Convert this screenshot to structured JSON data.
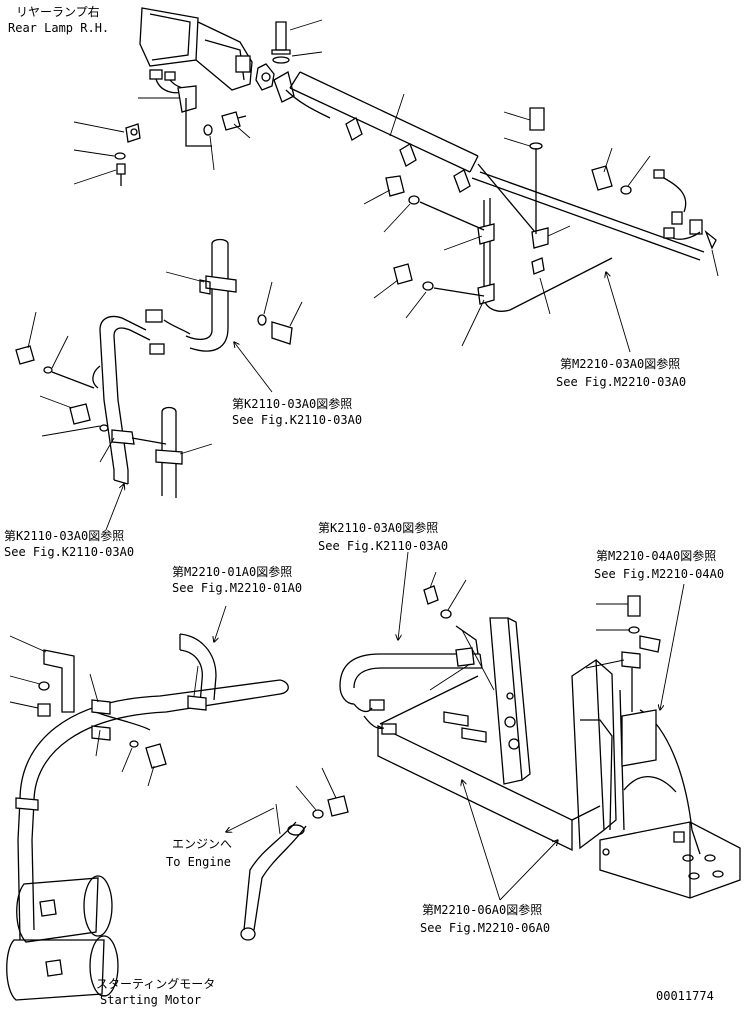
{
  "labels": {
    "rear_lamp_jp": "リヤーランプ右",
    "rear_lamp_en": "Rear Lamp R.H.",
    "ref_m2210_03_jp": "第M2210-03A0図参照",
    "ref_m2210_03_en": "See Fig.M2210-03A0",
    "ref_k2110_03_a_jp": "第K2110-03A0図参照",
    "ref_k2110_03_a_en": "See Fig.K2110-03A0",
    "ref_k2110_03_b_jp": "第K2110-03A0図参照",
    "ref_k2110_03_b_en": "See Fig.K2110-03A0",
    "ref_k2110_03_c_jp": "第K2110-03A0図参照",
    "ref_k2110_03_c_en": "See Fig.K2110-03A0",
    "ref_m2210_01_jp": "第M2210-01A0図参照",
    "ref_m2210_01_en": "See Fig.M2210-01A0",
    "ref_m2210_04_jp": "第M2210-04A0図参照",
    "ref_m2210_04_en": "See Fig.M2210-04A0",
    "to_engine_jp": "エンジンへ",
    "to_engine_en": "To Engine",
    "ref_m2210_06_jp": "第M2210-06A0図参照",
    "ref_m2210_06_en": "See Fig.M2210-06A0",
    "starting_motor_jp": "スターティングモータ",
    "starting_motor_en": "Starting Motor",
    "drawing_number": "00011774"
  }
}
